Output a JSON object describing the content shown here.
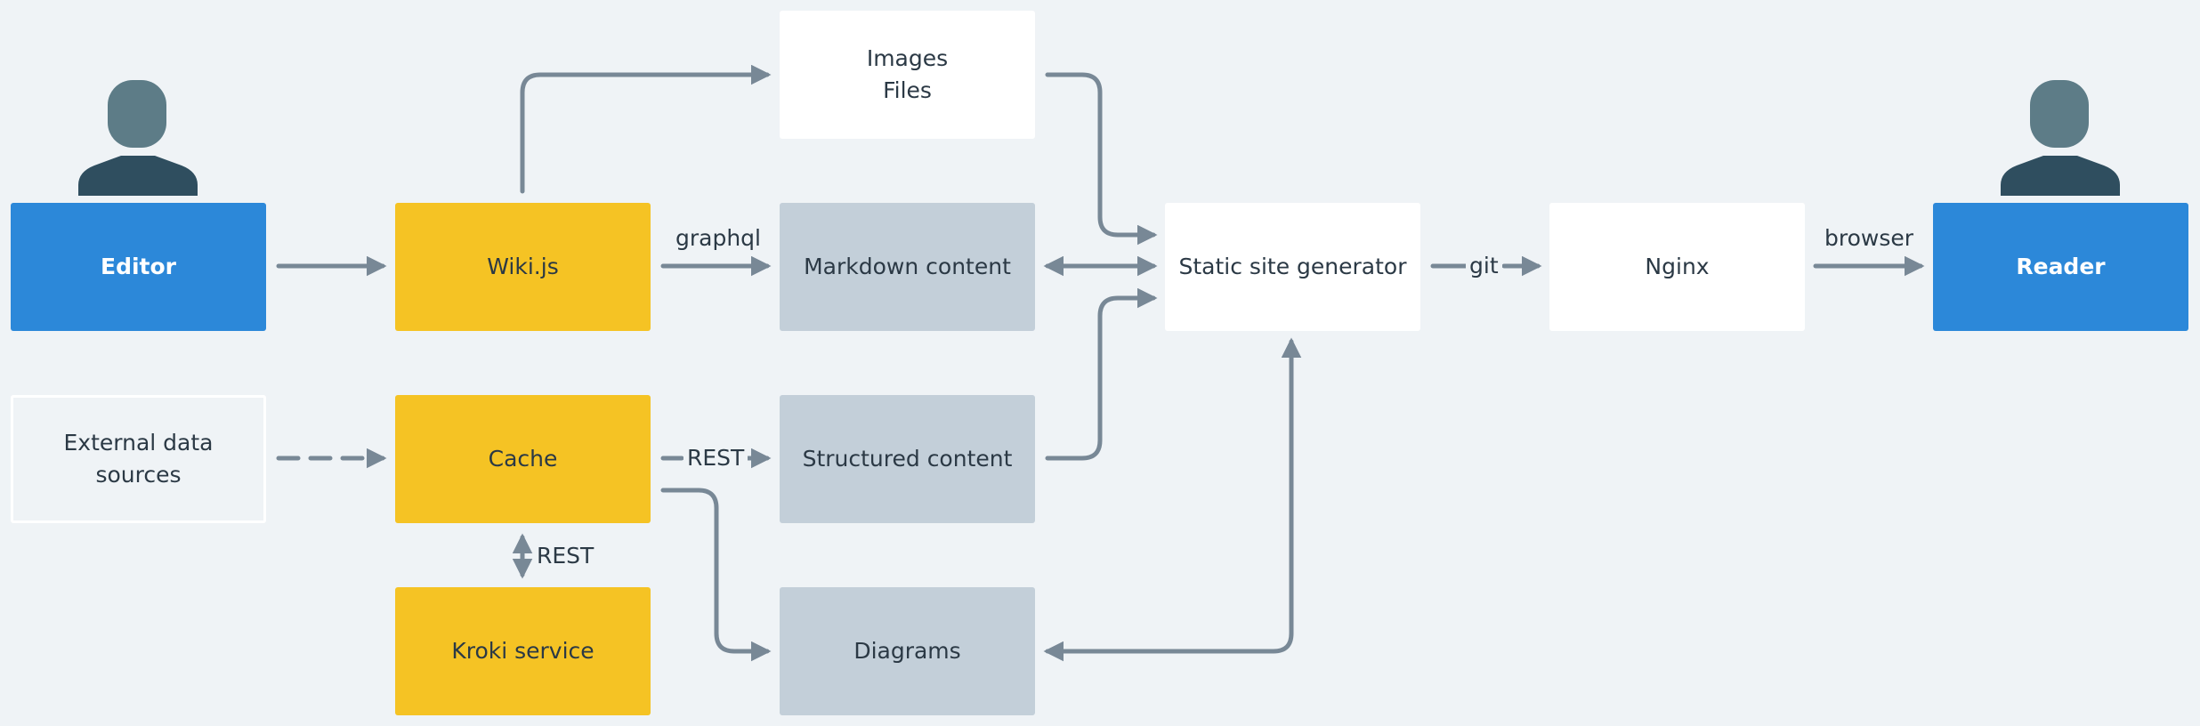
{
  "nodes": {
    "editor": "Editor",
    "wikijs": "Wiki.js",
    "images_files": [
      "Images",
      "Files"
    ],
    "markdown": "Markdown content",
    "ssg": "Static site generator",
    "nginx": "Nginx",
    "reader": "Reader",
    "external": [
      "External data",
      "sources"
    ],
    "cache": "Cache",
    "structured": "Structured content",
    "kroki": "Kroki service",
    "diagrams": "Diagrams"
  },
  "edges": {
    "wiki_to_markdown": "graphql",
    "ssg_to_nginx": "git",
    "nginx_to_reader": "browser",
    "cache_to_structured": "REST",
    "cache_kroki": "REST"
  },
  "colors": {
    "background": "#eff3f6",
    "actor": "#2c88d9",
    "service": "#f5c324",
    "content": "#c3cfd9",
    "arrow": "#788896",
    "person_head": "#5d7c87",
    "person_body": "#2f4e5f"
  },
  "icons": [
    "person-icon-editor",
    "person-icon-reader"
  ]
}
